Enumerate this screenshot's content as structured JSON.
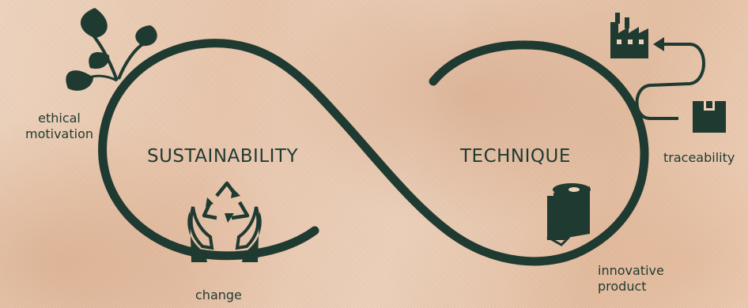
{
  "colors": {
    "accent": "#1f3a31"
  },
  "sustainability": "SUSTAINABILITY",
  "technique": "TECHNIQUE",
  "labels": {
    "ethical_line1": "ethical",
    "ethical_line2": "motivation",
    "change": "change",
    "traceability": "traceability",
    "innovative_line1": "innovative",
    "innovative_line2": "product"
  },
  "icons": [
    "leaves-icon",
    "recycle-hands-icon",
    "factory-icon",
    "box-icon",
    "paper-roll-icon"
  ]
}
